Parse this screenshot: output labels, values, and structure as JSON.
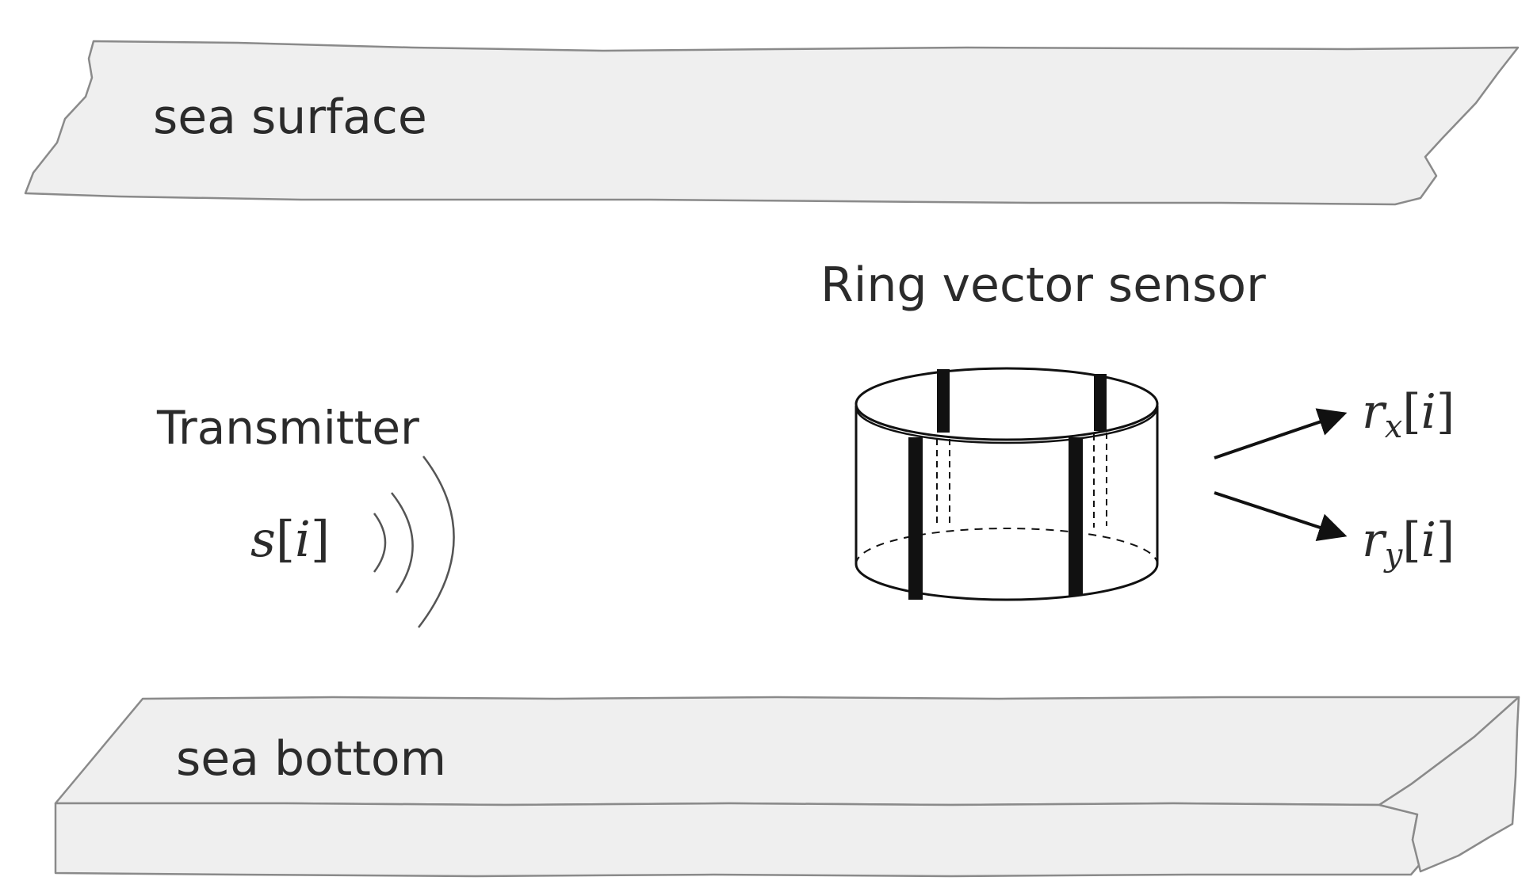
{
  "labels": {
    "sea_surface": "sea surface",
    "sea_bottom": "sea bottom",
    "transmitter": "Transmitter",
    "ring_sensor": "Ring vector sensor"
  },
  "signals": {
    "source": {
      "sym": "s",
      "open": "[",
      "idx": "i",
      "close": "]"
    },
    "rx": {
      "sym": "r",
      "sub": "x",
      "open": "[",
      "idx": "i",
      "close": "]"
    },
    "ry": {
      "sym": "r",
      "sub": "y",
      "open": "[",
      "idx": "i",
      "close": "]"
    }
  },
  "colors": {
    "slab_fill": "#efefef",
    "slab_stroke": "#8a8a8a",
    "ink": "#111111",
    "text": "#2b2b2b"
  }
}
